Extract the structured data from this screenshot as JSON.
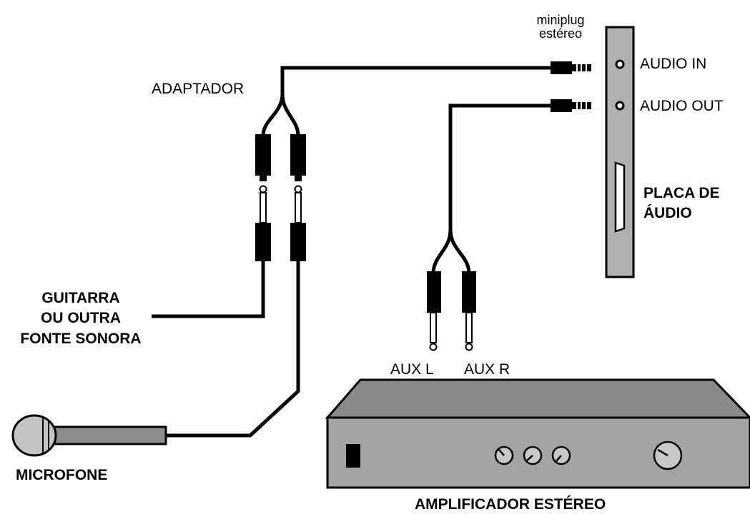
{
  "labels": {
    "miniplug_line1": "miniplug",
    "miniplug_line2": "estéreo",
    "audio_in": "AUDIO IN",
    "audio_out": "AUDIO OUT",
    "adaptador": "ADAPTADOR",
    "placa_line1": "PLACA DE",
    "placa_line2": "ÁUDIO",
    "guitarra_line1": "GUITARRA",
    "guitarra_line2": "OU OUTRA",
    "guitarra_line3": "FONTE SONORA",
    "aux_l": "AUX L",
    "aux_r": "AUX R",
    "microfone": "MICROFONE",
    "amplificador": "AMPLIFICADOR ESTÉREO"
  },
  "colors": {
    "cable": "#000000",
    "panel_gray": "#b0b0b0",
    "amp_top": "#8a8a8a",
    "amp_front": "#a4a4a4",
    "mic_head": "#c4c4c4",
    "mic_body": "#8e8e8e",
    "background": "#ffffff"
  }
}
